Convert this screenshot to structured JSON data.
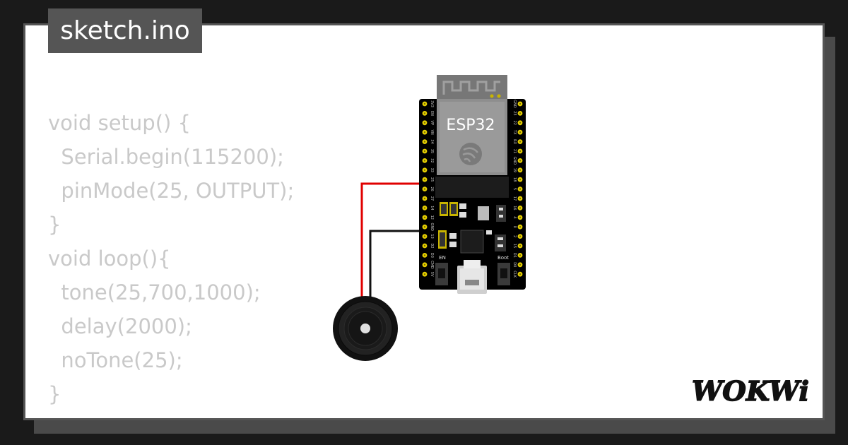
{
  "window": {
    "file_title": "sketch.ino"
  },
  "code": {
    "lines": [
      "void setup() {",
      "  Serial.begin(115200);",
      "  pinMode(25, OUTPUT);",
      "}",
      "void loop(){",
      "  tone(25,700,1000);",
      "  delay(2000);",
      "  noTone(25);",
      "}"
    ]
  },
  "board": {
    "name": "ESP32",
    "button_en": "EN",
    "button_boot": "Boot",
    "left_pins": [
      "3V3",
      "EN",
      "VP",
      "VN",
      "34",
      "35",
      "32",
      "33",
      "25",
      "26",
      "27",
      "14",
      "12",
      "GND",
      "13",
      "D2",
      "D3",
      "CMD",
      "5V"
    ],
    "right_pins": [
      "GND",
      "23",
      "22",
      "TX",
      "RX",
      "21",
      "GND",
      "19",
      "18",
      "5",
      "17",
      "16",
      "4",
      "0",
      "2",
      "15",
      "D1",
      "D0",
      "CLK"
    ]
  },
  "wires": {
    "signal_color": "#e00000",
    "ground_color": "#111111"
  },
  "component": {
    "name": "buzzer-icon"
  },
  "brand": {
    "logo": "WOKWi"
  }
}
